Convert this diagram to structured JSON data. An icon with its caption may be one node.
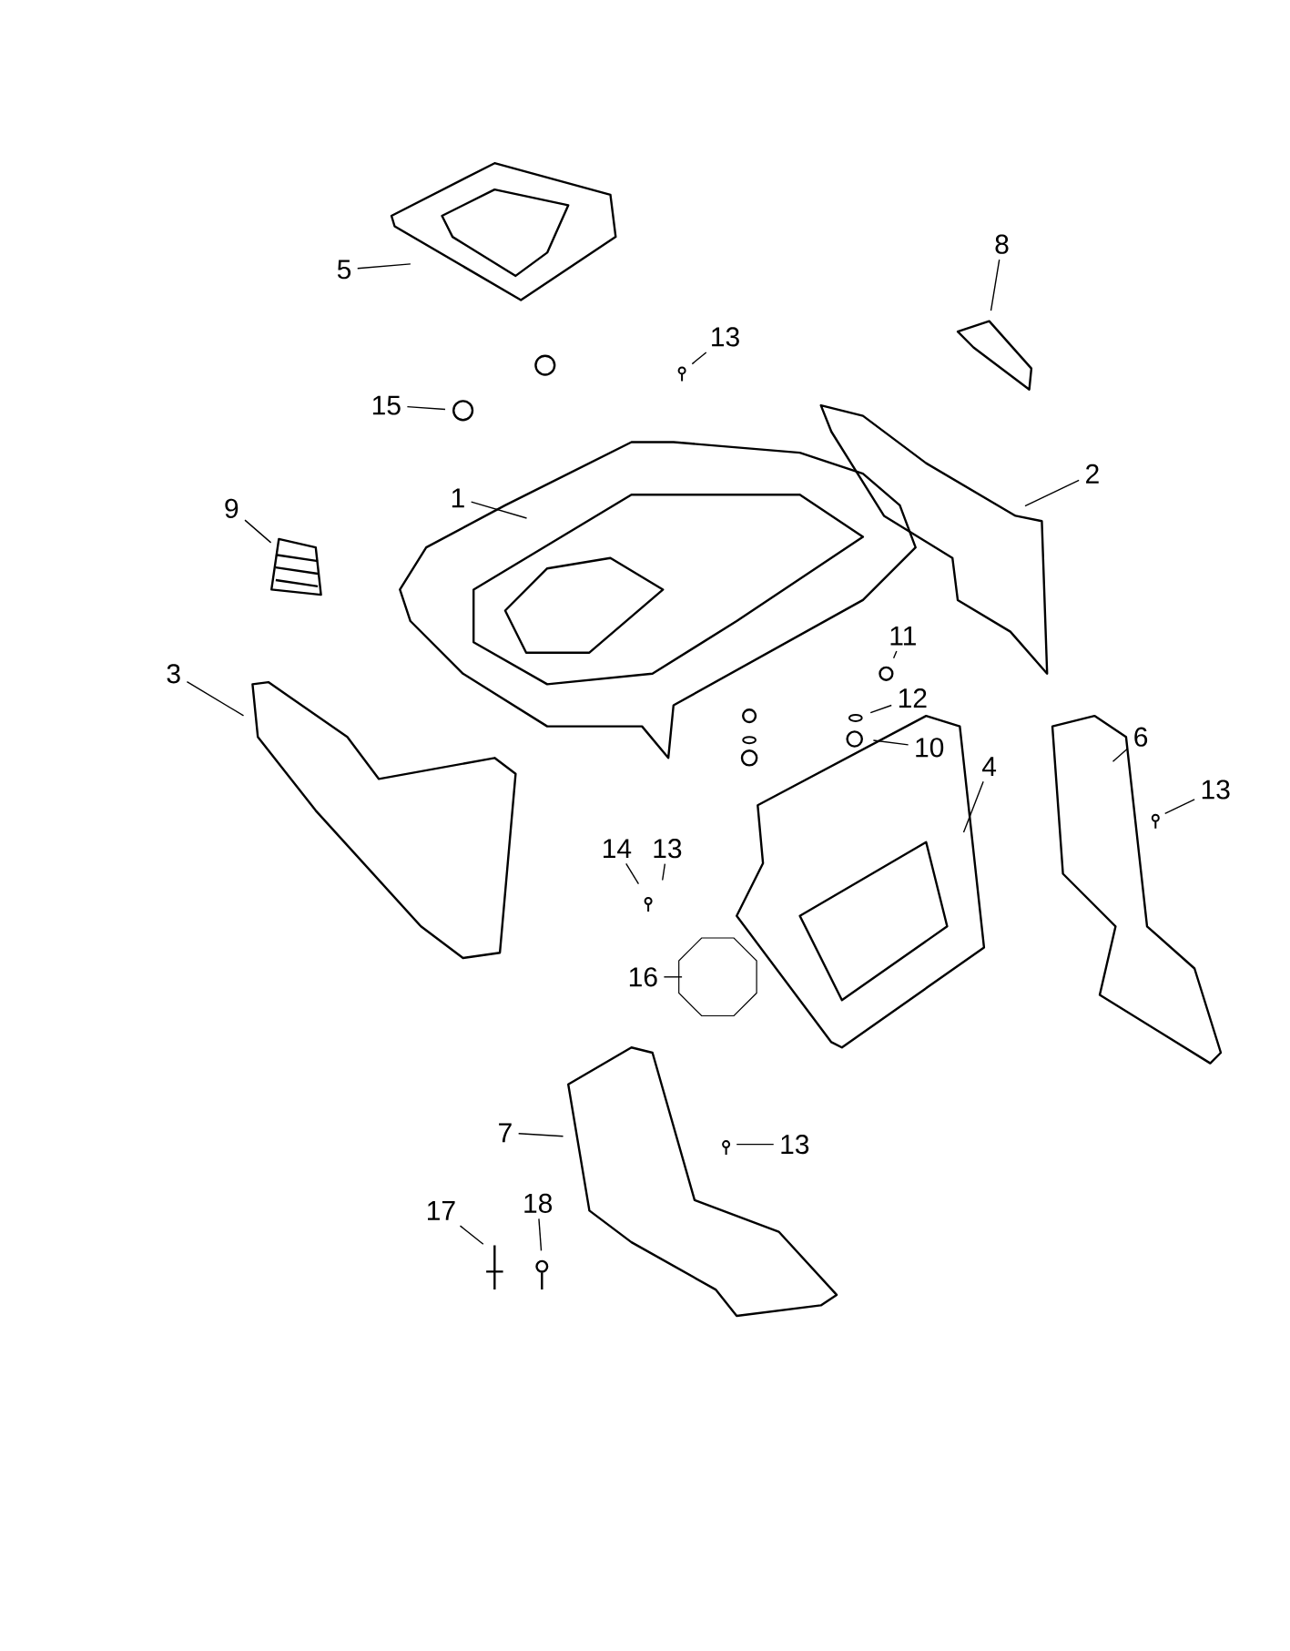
{
  "diagram": {
    "nodes": [
      {
        "text": [
          "5"
        ]
      },
      {
        "text": [
          "8"
        ]
      },
      {
        "text": [
          "13"
        ]
      },
      {
        "text": [
          "15"
        ]
      },
      {
        "text": [
          "1"
        ]
      },
      {
        "text": [
          "2"
        ]
      },
      {
        "text": [
          "9"
        ]
      },
      {
        "text": [
          "3"
        ]
      },
      {
        "text": [
          "11"
        ]
      },
      {
        "text": [
          "12"
        ]
      },
      {
        "text": [
          "10"
        ]
      },
      {
        "text": [
          "6"
        ]
      },
      {
        "text": [
          "13"
        ]
      },
      {
        "text": [
          "4"
        ]
      },
      {
        "text": [
          "14"
        ]
      },
      {
        "text": [
          "13"
        ]
      },
      {
        "text": [
          "16"
        ]
      },
      {
        "text": [
          "7"
        ]
      },
      {
        "text": [
          "13"
        ]
      },
      {
        "text": [
          "17"
        ]
      },
      {
        "text": [
          "18"
        ]
      }
    ],
    "edges": [
      {
        "from": 0,
        "to": null,
        "arrow": "none"
      },
      {
        "from": 1,
        "to": null,
        "arrow": "none"
      },
      {
        "from": 2,
        "to": null,
        "arrow": "none"
      },
      {
        "from": 3,
        "to": null,
        "arrow": "none"
      },
      {
        "from": 4,
        "to": null,
        "arrow": "none"
      },
      {
        "from": 5,
        "to": null,
        "arrow": "none"
      },
      {
        "from": 6,
        "to": null,
        "arrow": "none"
      },
      {
        "from": 7,
        "to": null,
        "arrow": "none"
      },
      {
        "from": 8,
        "to": null,
        "arrow": "none"
      },
      {
        "from": 9,
        "to": null,
        "arrow": "none"
      },
      {
        "from": 10,
        "to": null,
        "arrow": "none"
      },
      {
        "from": 11,
        "to": null,
        "arrow": "none"
      },
      {
        "from": 12,
        "to": null,
        "arrow": "none"
      },
      {
        "from": 13,
        "to": null,
        "arrow": "none"
      },
      {
        "from": 14,
        "to": null,
        "arrow": "none"
      },
      {
        "from": 15,
        "to": null,
        "arrow": "none"
      },
      {
        "from": 16,
        "to": null,
        "arrow": "none"
      },
      {
        "from": 17,
        "to": null,
        "arrow": "none"
      },
      {
        "from": 18,
        "to": null,
        "arrow": "none"
      },
      {
        "from": 19,
        "to": null,
        "arrow": "none"
      },
      {
        "from": 20,
        "to": null,
        "arrow": "none"
      }
    ]
  }
}
